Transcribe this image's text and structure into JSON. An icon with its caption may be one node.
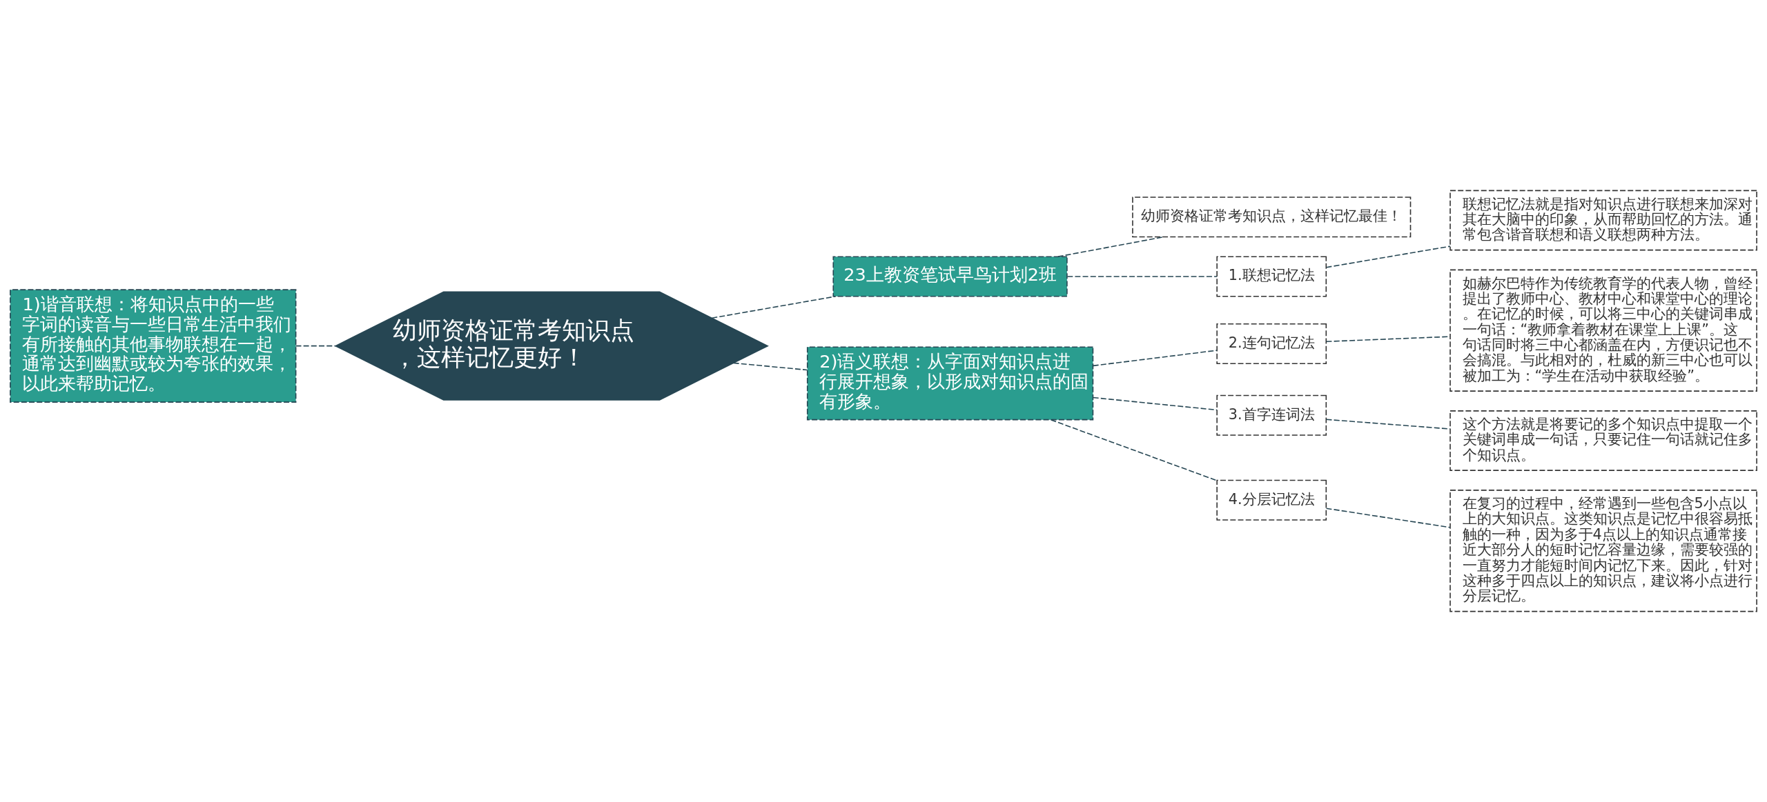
{
  "diagram": {
    "nodes": [
      {
        "text": [
          "幼师资格证常考知识点，这样记忆更好！"
        ]
      },
      {
        "text": [
          "1)谐音联想：将知识点中的一些字词的读音与一些日常生活中我们有所接触的其他事物联想在一起，通常达到幽默或较为夸张的效果，以此来帮助记忆。"
        ]
      },
      {
        "text": [
          "23上教资笔试早鸟计划2班"
        ]
      },
      {
        "text": [
          "2)语义联想：从字面对知识点进行展开想象，以形成对知识点的固有形象。"
        ]
      },
      {
        "text": [
          "幼师资格证常考知识点，这样记忆最佳！"
        ]
      },
      {
        "text": [
          "1.联想记忆法"
        ]
      },
      {
        "text": [
          "联想记忆法就是指对知识点进行联想来加深对其在大脑中的印象，从而帮助回忆的方法。通常包含谐音联想和语义联想两种方法。"
        ]
      },
      {
        "text": [
          "2.连句记忆法"
        ]
      },
      {
        "text": [
          "如赫尔巴特作为传统教育学的代表人物，曾经提出了教师中心、教材中心和课堂中心的理论。在记忆的时候，可以将三中心的关键词串成一句话：“教师拿着教材在课堂上上课”。这句话同时将三中心都涵盖在内，方便识记也不会搞混。与此相对的，杜威的新三中心也可以被加工为：“学生在活动中获取经验”。"
        ]
      },
      {
        "text": [
          "3.首字连词法"
        ]
      },
      {
        "text": [
          "这个方法就是将要记的多个知识点中提取一个关键词串成一句话，只要记住一句话就记住多个知识点。"
        ]
      },
      {
        "text": [
          "4.分层记忆法"
        ]
      },
      {
        "text": [
          "在复习的过程中，经常遇到一些包含5小点以上的大知识点。这类知识点是记忆中很容易抵触的一种，因为多于4点以上的知识点通常接近大部分人的短时记忆容量边缘，需要较强的一直努力才能短时间内记忆下来。因此，针对这种多于四点以上的知识点，建议将小点进行分层记忆。"
        ]
      }
    ],
    "edges": [
      {
        "from": 0,
        "to": 1,
        "arrow": "none",
        "style": "dashed"
      },
      {
        "from": 0,
        "to": 2,
        "arrow": "none",
        "style": "dashed"
      },
      {
        "from": 0,
        "to": 3,
        "arrow": "none",
        "style": "dashed"
      },
      {
        "from": 2,
        "to": 4,
        "arrow": "none",
        "style": "dashed"
      },
      {
        "from": 2,
        "to": 5,
        "arrow": "none",
        "style": "dashed"
      },
      {
        "from": 5,
        "to": 6,
        "arrow": "none",
        "style": "dashed"
      },
      {
        "from": 3,
        "to": 7,
        "arrow": "none",
        "style": "dashed"
      },
      {
        "from": 7,
        "to": 8,
        "arrow": "none",
        "style": "dashed"
      },
      {
        "from": 3,
        "to": 9,
        "arrow": "none",
        "style": "dashed"
      },
      {
        "from": 9,
        "to": 10,
        "arrow": "none",
        "style": "dashed"
      },
      {
        "from": 3,
        "to": 11,
        "arrow": "none",
        "style": "dashed"
      },
      {
        "from": 11,
        "to": 12,
        "arrow": "none",
        "style": "dashed"
      }
    ]
  }
}
